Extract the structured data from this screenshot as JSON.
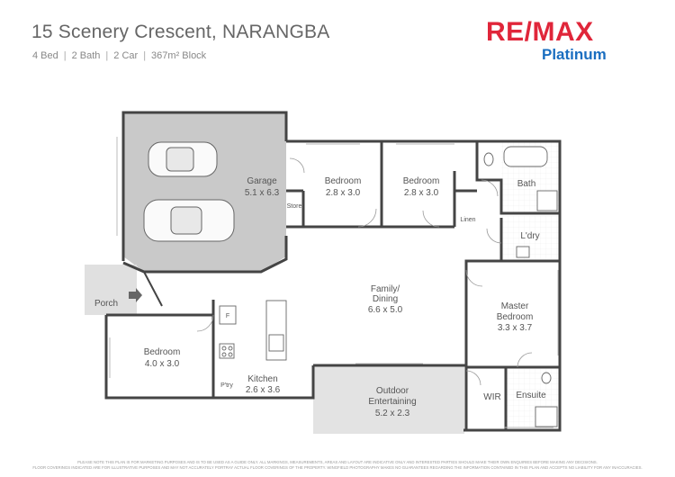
{
  "header": {
    "address": "15 Scenery Crescent, NARANGBA",
    "beds": "4 Bed",
    "baths": "2 Bath",
    "cars": "2 Car",
    "block": "367m² Block"
  },
  "logo": {
    "brand": "RE/MAX",
    "office": "Platinum",
    "colors": {
      "red": "#e0263a",
      "blue": "#1a6ec0"
    }
  },
  "rooms": {
    "garage": {
      "name": "Garage",
      "size": "5.1 x 6.3"
    },
    "bedroom2": {
      "name": "Bedroom",
      "size": "2.8 x 3.0"
    },
    "bedroom3": {
      "name": "Bedroom",
      "size": "2.8 x 3.0"
    },
    "bath": {
      "name": "Bath"
    },
    "laundry": {
      "name": "L'dry"
    },
    "store": {
      "name": "Store"
    },
    "linen": {
      "name": "Linen"
    },
    "family": {
      "name": "Family/",
      "name2": "Dining",
      "size": "6.6 x 5.0"
    },
    "porch": {
      "name": "Porch"
    },
    "bedroom4": {
      "name": "Bedroom",
      "size": "4.0 x 3.0"
    },
    "kitchen": {
      "name": "Kitchen",
      "size": "2.6 x 3.6"
    },
    "pantry": {
      "name": "P'try"
    },
    "fridge": {
      "name": "F"
    },
    "master": {
      "name": "Master",
      "name2": "Bedroom",
      "size": "3.3 x 3.7"
    },
    "outdoor": {
      "name": "Outdoor",
      "name2": "Entertaining",
      "size": "5.2 x 2.3"
    },
    "wir": {
      "name": "WIR"
    },
    "ensuite": {
      "name": "Ensuite"
    }
  },
  "disclaimer": {
    "line1": "PLEASE NOTE THIS PLAN IS FOR MARKETING PURPOSES AND IS TO BE USED AS A GUIDE ONLY. ALL MARKINGS, MEASUREMENTS, AREAS AND LAYOUT ARE INDICATIVE ONLY AND INTERESTED PARTIES SHOULD MAKE THEIR OWN ENQUIRIES BEFORE MAKING ANY DECISIONS.",
    "line2": "FLOOR COVERINGS INDICATED ARE FOR ILLUSTRATIVE PURPOSES AND MAY NOT ACCURATELY PORTRAY ACTUAL FLOOR COVERINGS OF THE PROPERTY. WINGFIELD PHOTOGRAPHY MAKES NO GUARANTEES REGARDING THE INFORMATION CONTAINED IN THIS PLAN AND ACCEPTS NO LIABILITY FOR ANY INACCURACIES."
  }
}
